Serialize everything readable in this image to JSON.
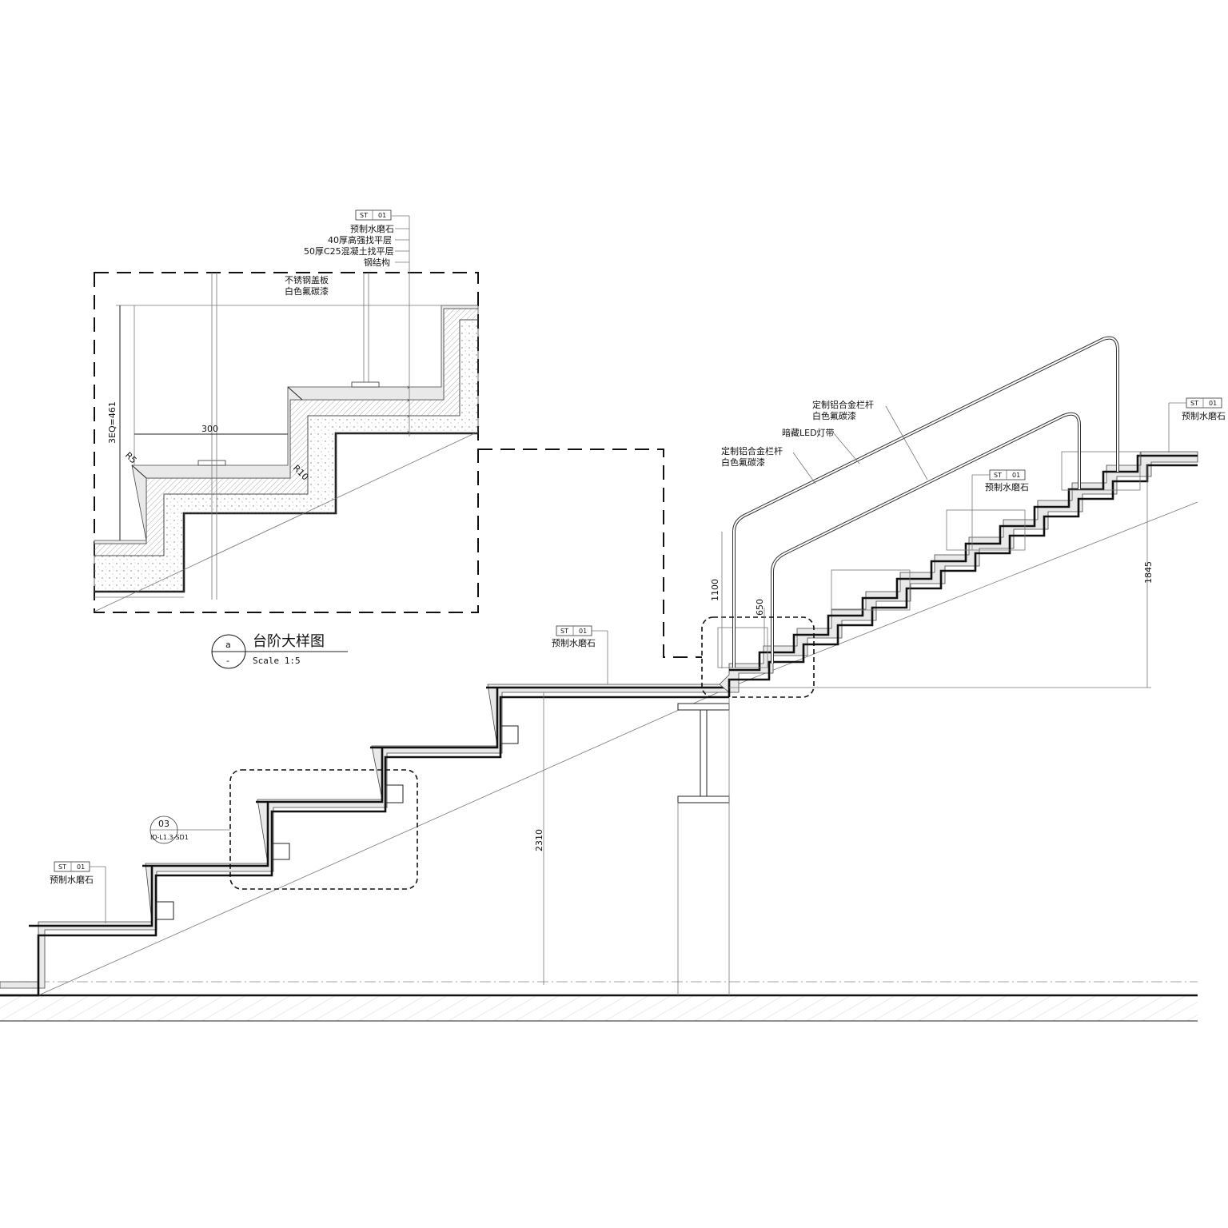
{
  "detail": {
    "tag": [
      "ST",
      "01"
    ],
    "layers": [
      "预制水磨石",
      "40厚高强找平层",
      "50厚C25混凝土找平层",
      "钢结构"
    ],
    "cover_plate": [
      "不锈钢盖板",
      "白色氟碳漆"
    ],
    "dim_height": "3EQ=461",
    "dim_width": "300",
    "radius_small": "R5",
    "radius_large": "R10",
    "title_marker_top": "a",
    "title_marker_bottom": "-",
    "title": "台阶大样图",
    "scale": "Scale 1:5"
  },
  "section": {
    "tag_landing": [
      "ST",
      "01"
    ],
    "label_landing": "预制水磨石",
    "tag_left": [
      "ST",
      "01"
    ],
    "label_left": "预制水磨石",
    "tag_upper": [
      "ST",
      "01"
    ],
    "label_upper": "预制水磨石",
    "tag_top_right": [
      "ST",
      "01"
    ],
    "label_top_right": "预制水磨石",
    "rail_upper": [
      "定制铝合金栏杆",
      "白色氟碳漆"
    ],
    "led": "暗藏LED灯带",
    "rail_lower": [
      "定制铝合金栏杆",
      "白色氟碳漆"
    ],
    "ref_number": "03",
    "ref_sheet": "ID-L1.3-SD1",
    "dims": {
      "rail_height": "1100",
      "rail_low": "650",
      "upper_rise": "1845",
      "lower_rise": "2310"
    }
  }
}
